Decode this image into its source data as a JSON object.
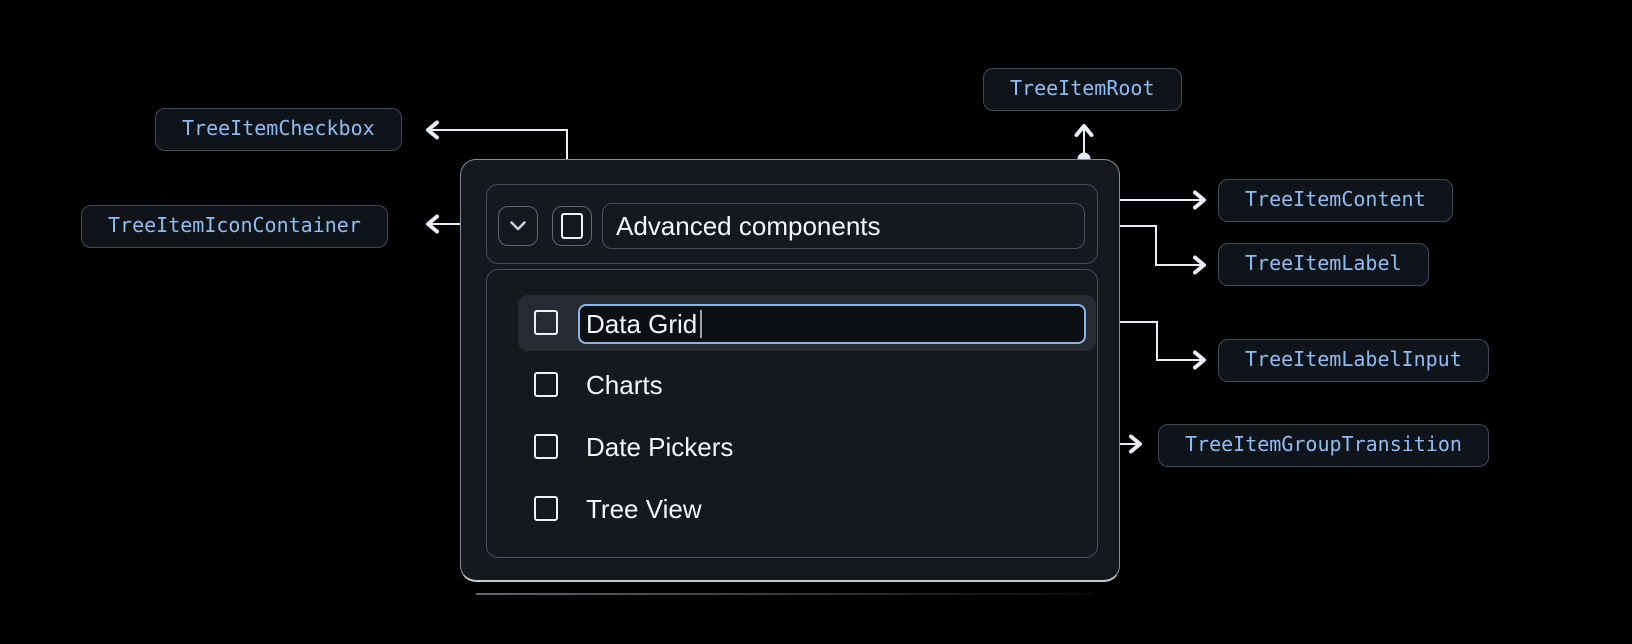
{
  "diagram": {
    "badges": {
      "root": "TreeItemRoot",
      "content": "TreeItemContent",
      "checkbox": "TreeItemCheckbox",
      "icon_container": "TreeItemIconContainer",
      "label": "TreeItemLabel",
      "label_input": "TreeItemLabelInput",
      "group_transition": "TreeItemGroupTransition"
    }
  },
  "tree_item": {
    "label": "Advanced components",
    "expanded": true,
    "checkbox_checked": false,
    "children": [
      {
        "label": "Data Grid",
        "state": "editing",
        "checked": false
      },
      {
        "label": "Charts",
        "checked": false
      },
      {
        "label": "Date Pickers",
        "checked": false
      },
      {
        "label": "Tree View",
        "checked": false
      }
    ]
  },
  "icons": {
    "expand": "chevron-down-icon",
    "parent_checkbox": "checkbox-unchecked-icon",
    "child_checkbox": "checkbox-unchecked-icon"
  },
  "colors": {
    "background": "#000000",
    "badge_text": "#8fbdf2",
    "badge_border": "#3e4a58",
    "badge_bg": "#0f141b",
    "card_bg": "#15181d",
    "card_border": "#868c94",
    "inner_border": "#4a5058",
    "selected_row_bg": "#262b33",
    "input_focus_border": "#8ab6e8",
    "text": "#f4f6f8",
    "connector": "#e9eef5"
  }
}
